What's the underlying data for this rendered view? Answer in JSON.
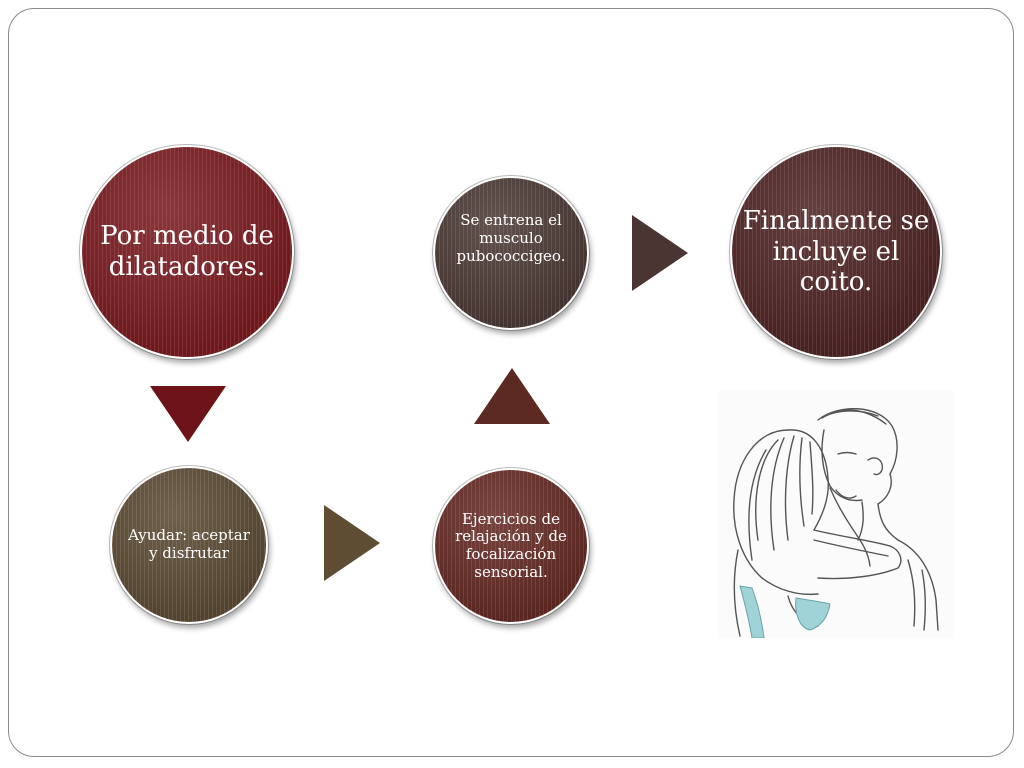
{
  "nodes": {
    "n1": "Por medio de dilatadores.",
    "n2": "Ayudar: aceptar y disfrutar",
    "n3": "Ejercicios de relajación y de focalización sensorial.",
    "n4": "Se entrena el musculo pubococcigeo.",
    "n5": "Finalmente se incluye el coito."
  },
  "colors": {
    "n1": "#7a1a1f",
    "n2": "#5b4a33",
    "n3": "#642a24",
    "n4": "#4c3a36",
    "n5": "#4f2424"
  },
  "illustration": "couple-embrace-sketch"
}
